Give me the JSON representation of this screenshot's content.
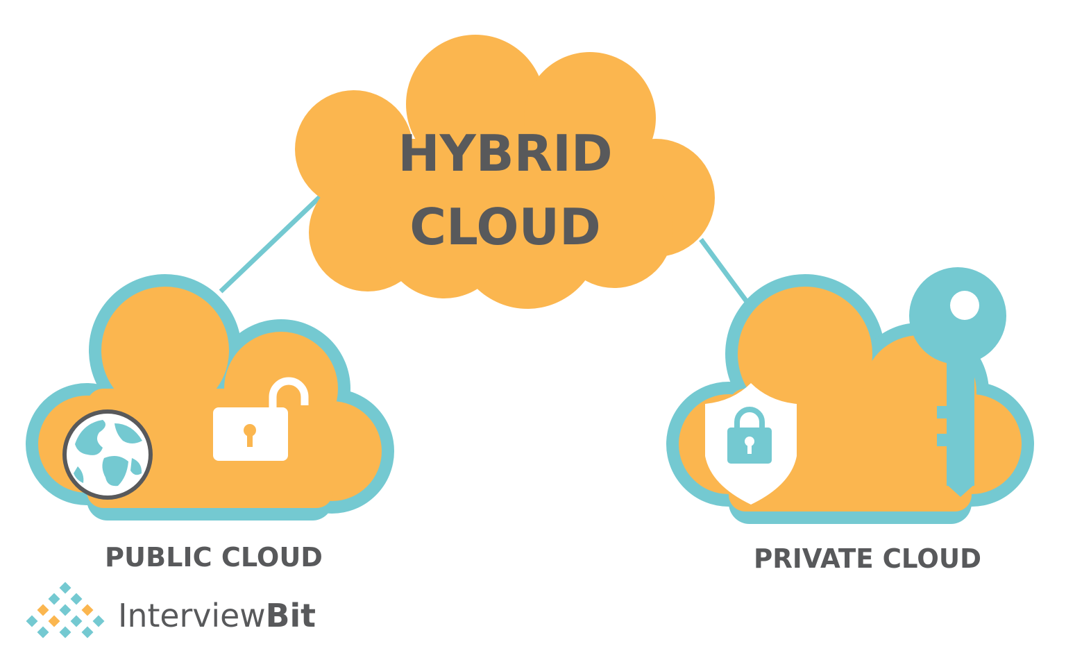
{
  "title": {
    "line1": "HYBRID",
    "line2": "CLOUD"
  },
  "public_cloud": {
    "label": "PUBLIC CLOUD",
    "icons": [
      "globe-icon",
      "unlocked-padlock-icon"
    ]
  },
  "private_cloud": {
    "label": "PRIVATE CLOUD",
    "icons": [
      "shield-lock-icon",
      "key-icon"
    ]
  },
  "brand": {
    "logo_text_a": "Interview",
    "logo_text_b": "Bit"
  },
  "colors": {
    "cloud_fill": "#fbb64f",
    "connector_teal": "#74c9d1",
    "text_gray": "#58595b",
    "white": "#ffffff"
  }
}
